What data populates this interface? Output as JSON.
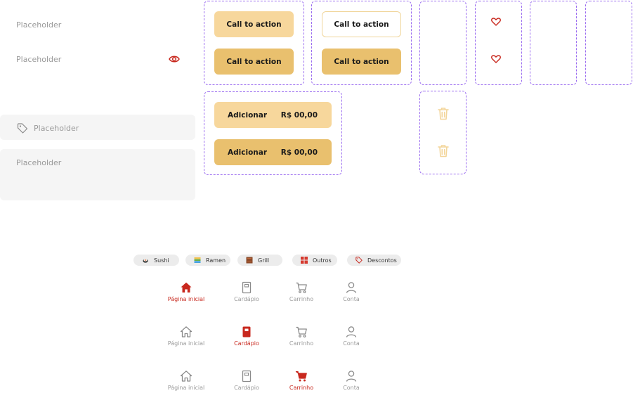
{
  "inputs": {
    "text_placeholder": "Placeholder",
    "password_placeholder": "Placeholder",
    "tag_field_placeholder": "Placeholder",
    "textarea_placeholder": "Placeholder"
  },
  "buttons": {
    "cta_primary_light": "Call to action",
    "cta_primary_dark": "Call to action",
    "cta_outline": "Call to action",
    "cta_secondary_dark": "Call to action"
  },
  "add_buttons": [
    {
      "label": "Adicionar",
      "price": "R$ 00,00"
    },
    {
      "label": "Adicionar",
      "price": "R$ 00,00"
    }
  ],
  "chips": [
    {
      "label": "Sushi",
      "icon": "sushi-icon"
    },
    {
      "label": "Ramen",
      "icon": "ramen-icon"
    },
    {
      "label": "Grill",
      "icon": "grill-icon"
    },
    {
      "label": "Outros",
      "icon": "grid-icon"
    },
    {
      "label": "Descontos",
      "icon": "tag-icon"
    }
  ],
  "nav_rows": [
    {
      "active": "home",
      "labels": [
        "Página inicial",
        "Cardápio",
        "Carrinho",
        "Conta"
      ]
    },
    {
      "active": "menu",
      "labels": [
        "Página inicial",
        "Cardápio",
        "Carrinho",
        "Conta"
      ]
    },
    {
      "active": "cart",
      "labels": [
        "Página inicial",
        "Cardápio",
        "Carrinho",
        "Conta"
      ]
    }
  ],
  "colors": {
    "accent_red": "#c8281e",
    "button_light": "#f7d79c",
    "button_dark": "#e9c06e",
    "dashed_border": "#9b6cf0",
    "field_bg": "#f5f5f5"
  }
}
